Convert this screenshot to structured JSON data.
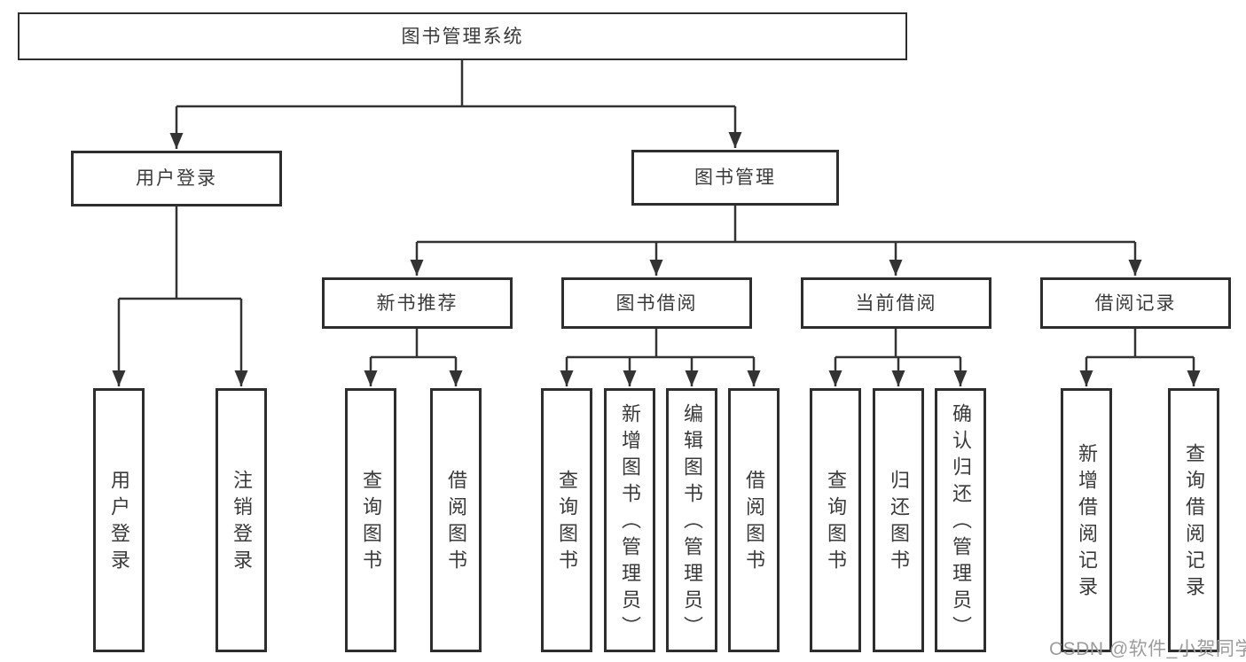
{
  "tree": {
    "root": {
      "label": "图书管理系统",
      "children": [
        {
          "label": "用户登录",
          "children": [
            {
              "label": "用户登录"
            },
            {
              "label": "注销登录"
            }
          ]
        },
        {
          "label": "图书管理",
          "children": [
            {
              "label": "新书推荐",
              "children": [
                {
                  "label": "查询图书"
                },
                {
                  "label": "借阅图书"
                }
              ]
            },
            {
              "label": "图书借阅",
              "children": [
                {
                  "label": "查询图书"
                },
                {
                  "label": "新增图书（管理员）"
                },
                {
                  "label": "编辑图书（管理员）"
                },
                {
                  "label": "借阅图书"
                }
              ]
            },
            {
              "label": "当前借阅",
              "children": [
                {
                  "label": "查询图书"
                },
                {
                  "label": "归还图书"
                },
                {
                  "label": "确认归还（管理员）"
                }
              ]
            },
            {
              "label": "借阅记录",
              "children": [
                {
                  "label": "新增借阅记录"
                },
                {
                  "label": "查询借阅记录"
                }
              ]
            }
          ]
        }
      ]
    }
  },
  "watermark": {
    "text": "CSDN @软件_小贺同学"
  },
  "colors": {
    "line": "#333333",
    "box_border": "#2e2e2e",
    "text": "#3a3a3a",
    "background": "#ffffff",
    "watermark": "#9c9c9c"
  }
}
